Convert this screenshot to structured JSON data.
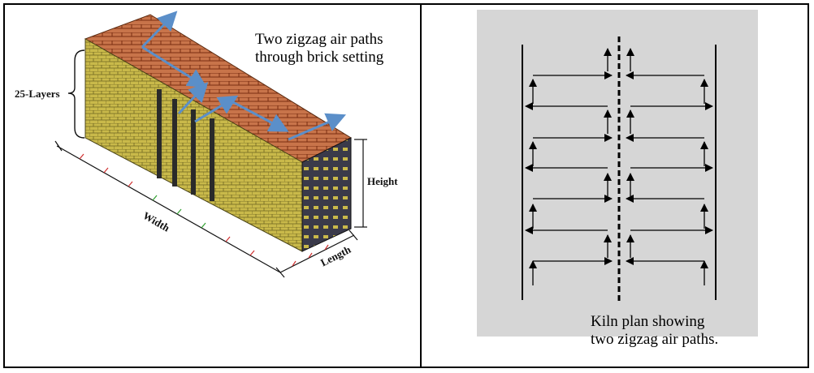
{
  "left": {
    "caption_line1": "Two zigzag air paths",
    "caption_line2": "through brick setting",
    "layers_label": "25-Layers",
    "height_label": "Height",
    "width_label": "Width",
    "length_label": "Length"
  },
  "right": {
    "caption_line1": "Kiln plan showing",
    "caption_line2": "two zigzag air paths."
  },
  "colors": {
    "brick_face": "#c9b94a",
    "brick_top": "#b9643a",
    "end_face": "#3a3a4a",
    "arrow_blue": "#5b8fc9",
    "plan_bg": "#d6d6d6"
  }
}
